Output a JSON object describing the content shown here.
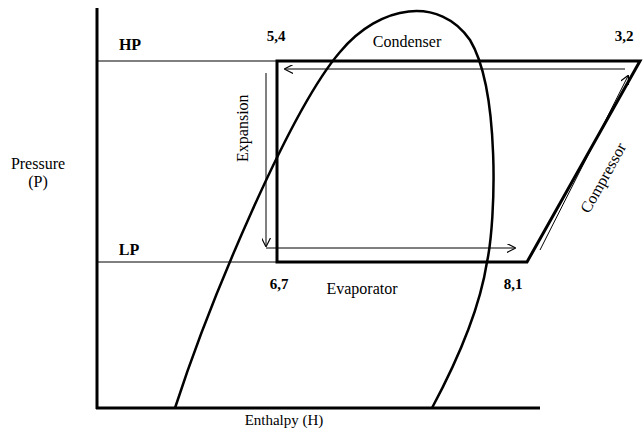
{
  "diagram": {
    "labels": [
      "HP",
      "5,4",
      "Condenser",
      "3,2",
      "Pressure (P)",
      "Expansion",
      "Compressor",
      "LP",
      "6,7",
      "Evaporator",
      "8,1",
      "Enthalpy (H)"
    ]
  }
}
